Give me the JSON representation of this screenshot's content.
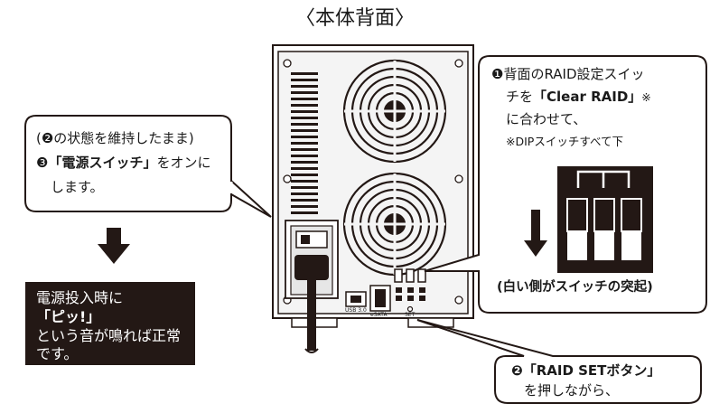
{
  "title": "〈本体背面〉",
  "callout_left": {
    "line1": "(❷の状態を維持したまま)",
    "line2_prefix": "❸",
    "line2_bold": "「電源スイッチ」",
    "line2_rest": "をオンに",
    "line3": "します。"
  },
  "note_box": {
    "line1_prefix": "電源投入時に",
    "line1_bold": "「ピッ!」",
    "line2": "という音が鳴れば正常",
    "line3": "です。"
  },
  "callout_top_right": {
    "line1": "❶背面のRAID設定スイッ",
    "line2_prefix": "チを",
    "line2_bold": "「Clear RAID」",
    "line2_mark": "※",
    "line3": "に合わせて、",
    "line4": "※DIPスイッチすべて下",
    "caption": "(白い側がスイッチの突起)"
  },
  "callout_bottom_right": {
    "line1": "❷「RAID SETボタン」",
    "line2": "を押しながら、"
  },
  "device_labels": {
    "usb": "USB 3.0",
    "esata": "eSATA",
    "set": "SET"
  },
  "colors": {
    "ink": "#231815",
    "panel": "#f2f2f2",
    "white": "#ffffff"
  }
}
